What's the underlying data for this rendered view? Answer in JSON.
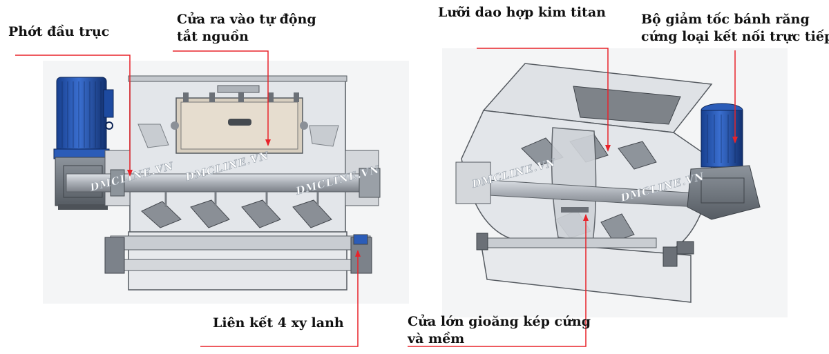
{
  "labels": {
    "shaft_seal": "Phớt đầu trục",
    "door_line1": "Cửa ra vào tự động",
    "door_line2": "tắt nguồn",
    "titanium_blade": "Lưỡi dao hợp kim titan",
    "gear_line1": "Bộ giảm tốc bánh răng",
    "gear_line2": "cứng loại kết nối trực tiếp",
    "cylinder_link": "Liên kết 4 xy lanh",
    "big_door_line1": "Cửa lớn gioăng kép cứng",
    "big_door_line2": "và mềm"
  },
  "watermark": "DMCLINE.VN",
  "colors": {
    "leader_line": "#e8232a",
    "motor_blue": "#1f4fa8",
    "body_gray": "#cfd3d8",
    "steel_dark": "#6b7077"
  }
}
